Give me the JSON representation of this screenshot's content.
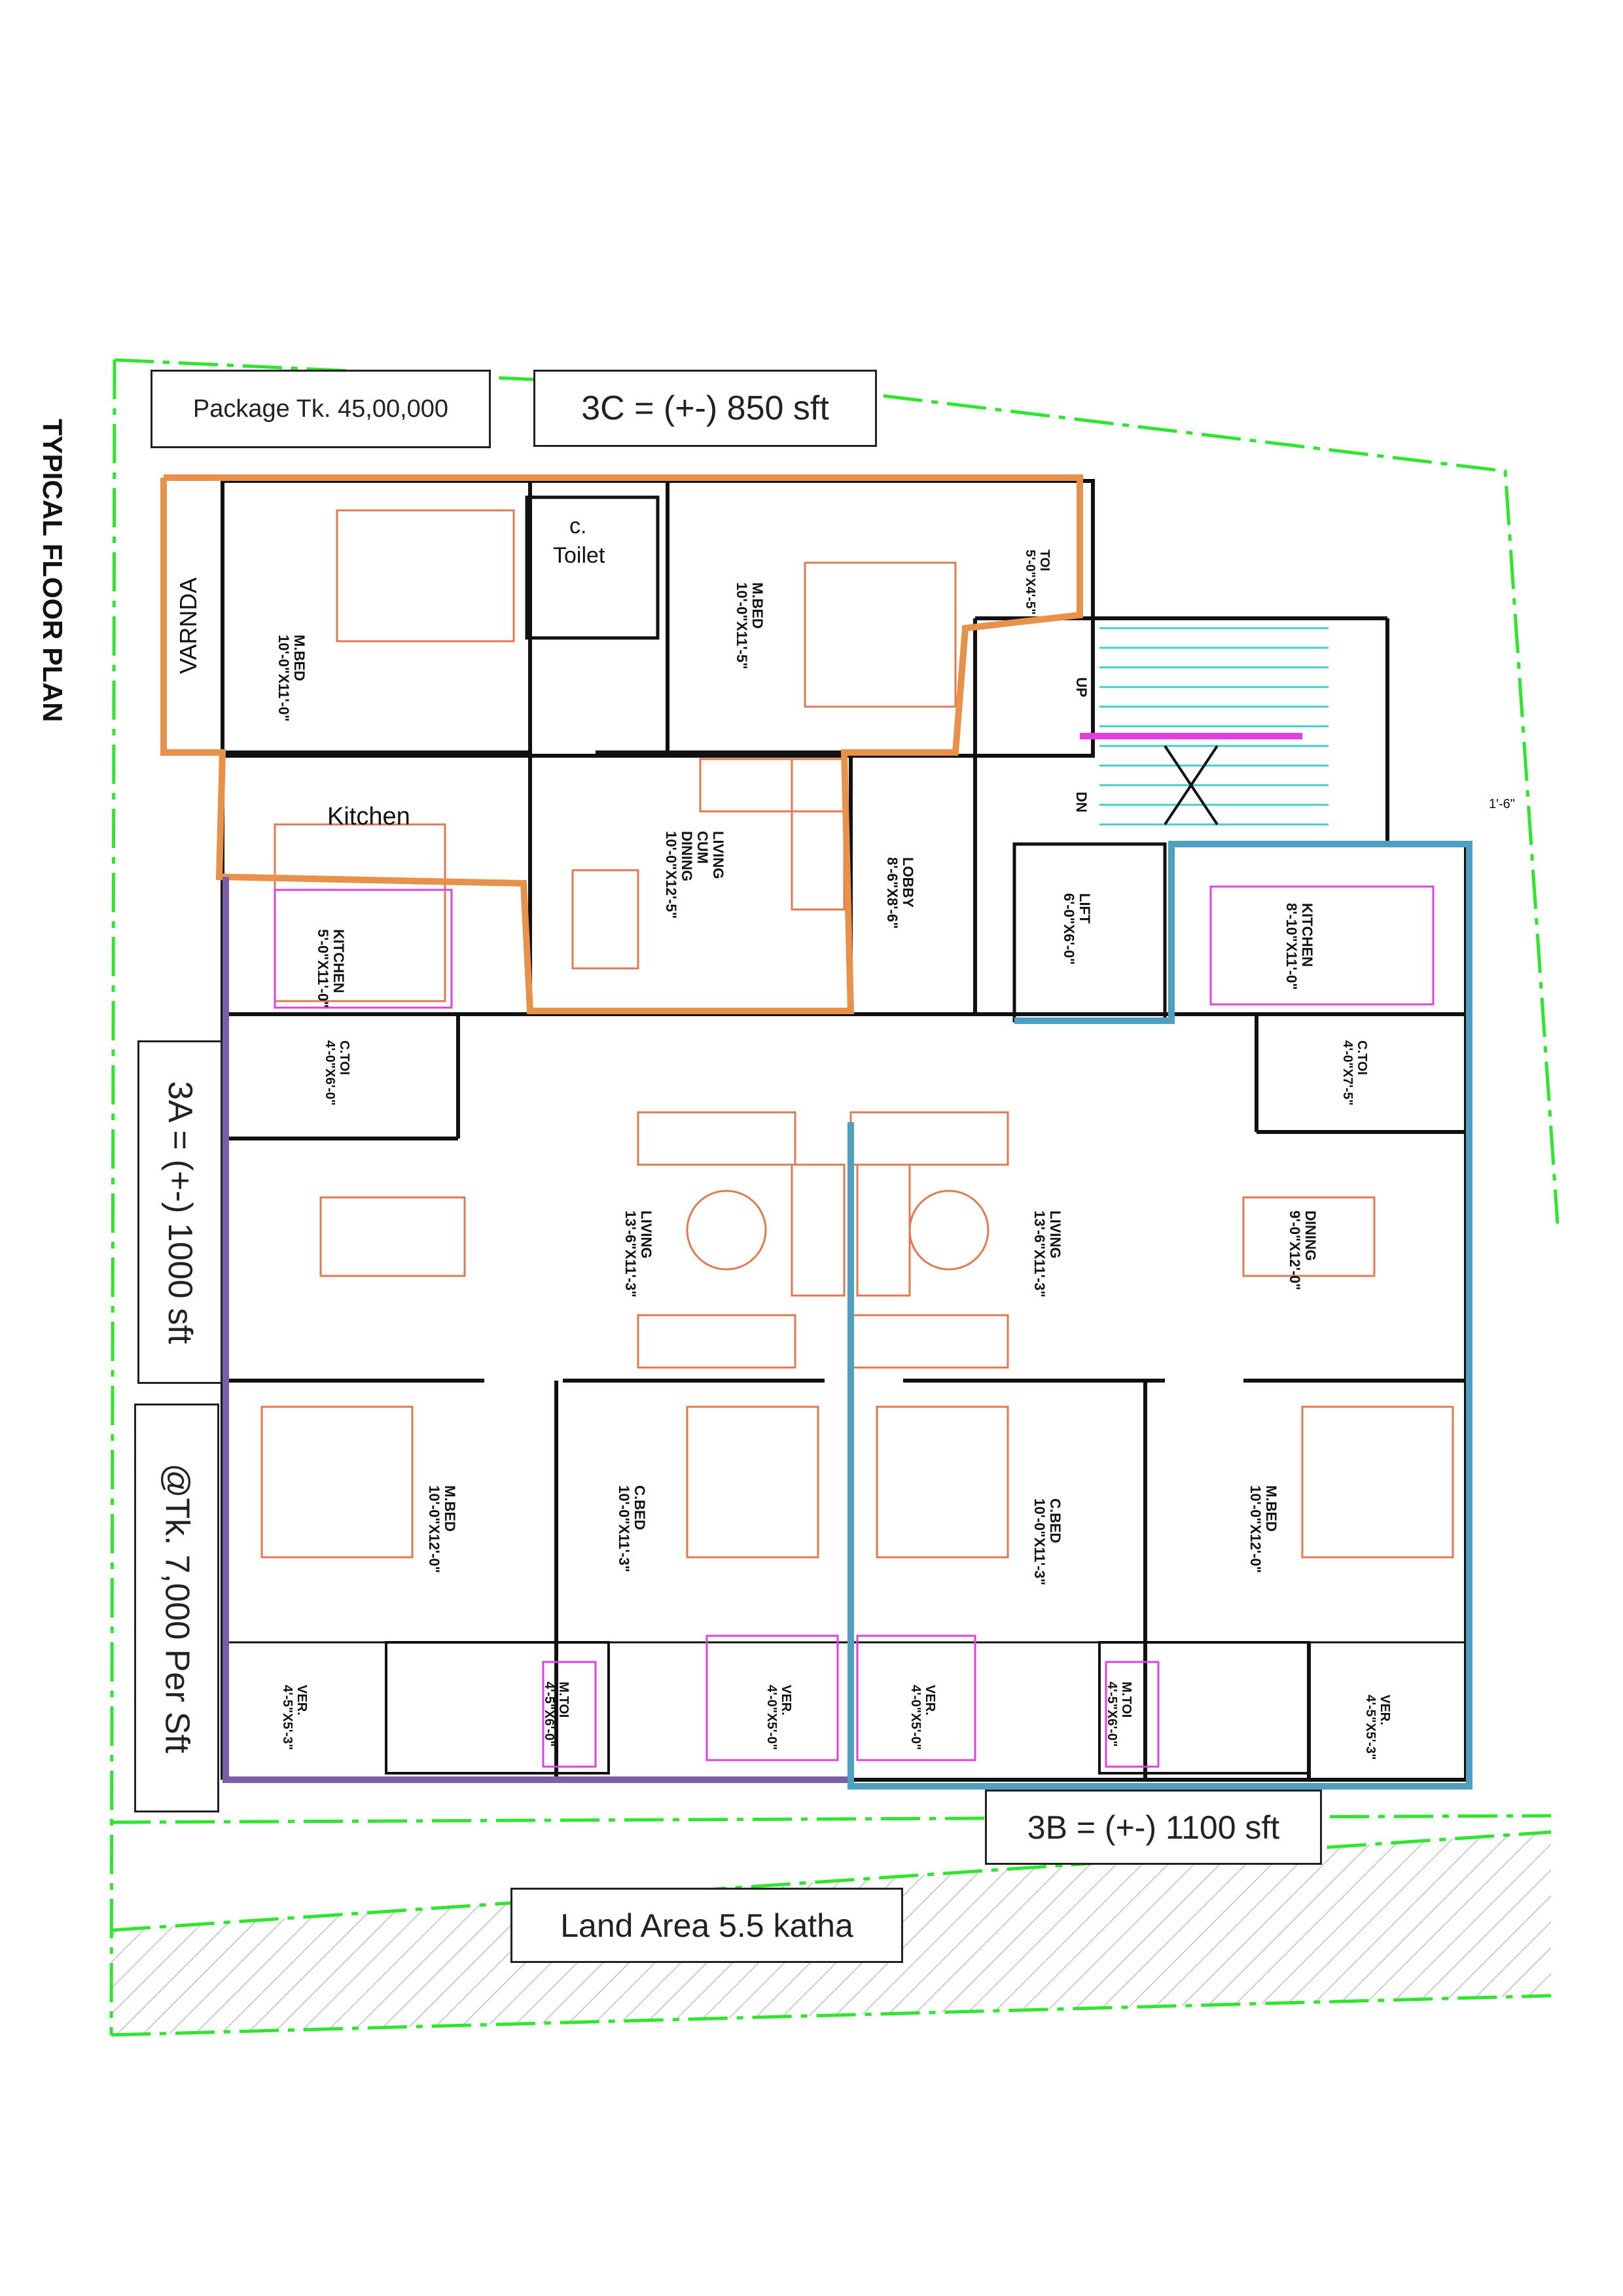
{
  "title": "TYPICAL FLOOR PLAN",
  "package": "Package Tk. 45,00,000",
  "unit_3c": "3C = (+-) 850 sft",
  "unit_3a": "3A = (+-) 1000 sft",
  "rate": "@Tk. 7,000 Per Sft",
  "unit_3b": "3B = (+-) 1100 sft",
  "land_area": "Land Area 5.5 katha",
  "dimension_tag": "1'-6\"",
  "labels": {
    "varnda": "VARNDA",
    "c_toilet_1": "c.",
    "c_toilet_2": "Toilet",
    "kitchen_3c": "Kitchen",
    "up": "UP",
    "dn": "DN"
  },
  "rooms": {
    "mbed_3c_left": {
      "name": "M.BED",
      "size": "10'-0\"X11'-0\""
    },
    "mbed_3c_right": {
      "name": "M.BED",
      "size": "10'-0\"X11'-5\""
    },
    "toi_3c": {
      "name": "TOI",
      "size": "5'-0\"X4'-5\""
    },
    "living_3c": {
      "name": "LIVING",
      "sub": "CUM",
      "sub2": "DINING",
      "size": "10'-0\"X12'-5\""
    },
    "lobby": {
      "name": "LOBBY",
      "size": "8'-6\"X8'-6\""
    },
    "lift": {
      "name": "LIFT",
      "size": "6'-0\"X6'-0\""
    },
    "kitchen_3a": {
      "name": "KITCHEN",
      "size": "5'-0\"X11'-0\""
    },
    "ctoi_3a": {
      "name": "C.TOI",
      "size": "4'-0\"X6'-0\""
    },
    "living_3a": {
      "name": "LIVING",
      "size": "13'-6\"X11'-3\""
    },
    "mbed_3a": {
      "name": "M.BED",
      "size": "10'-0\"X12'-0\""
    },
    "cbed_3a": {
      "name": "C.BED",
      "size": "10'-0\"X11'-3\""
    },
    "ver_3a_1": {
      "name": "VER.",
      "size": "4'-5\"X5'-3\""
    },
    "mtoi_3a": {
      "name": "M.TOI",
      "size": "4'-5\"X6'-0\""
    },
    "ver_3a_2": {
      "name": "VER.",
      "size": "4'-0\"X5'-0\""
    },
    "kitchen_3b": {
      "name": "KITCHEN",
      "size": "8'-10\"X11'-0\""
    },
    "ctoi_3b": {
      "name": "C.TOI",
      "size": "4'-0\"X7'-5\""
    },
    "living_3b": {
      "name": "LIVING",
      "size": "13'-6\"X11'-3\""
    },
    "dining_3b": {
      "name": "DINING",
      "size": "9'-0\"X12'-0\""
    },
    "cbed_3b": {
      "name": "C.BED",
      "size": "10'-0\"X11'-3\""
    },
    "mbed_3b": {
      "name": "M.BED",
      "size": "10'-0\"X12'-0\""
    },
    "ver_3b_1": {
      "name": "VER.",
      "size": "4'-0\"X5'-0\""
    },
    "mtoi_3b": {
      "name": "M.TOI",
      "size": "4'-5\"X6'-0\""
    },
    "ver_3b_2": {
      "name": "VER.",
      "size": "4'-5\"X5'-3\""
    }
  },
  "colors": {
    "site_boundary": "#2ee62e",
    "wall": "#111111",
    "unit_3c": "#e8914a",
    "unit_3a": "#7b5ea7",
    "unit_3b": "#4f9fc0",
    "furniture": "#e07a50",
    "fixture_pink": "#e040e0",
    "stair_cyan": "#40d0c8",
    "hatch": "#b0b0b0"
  }
}
